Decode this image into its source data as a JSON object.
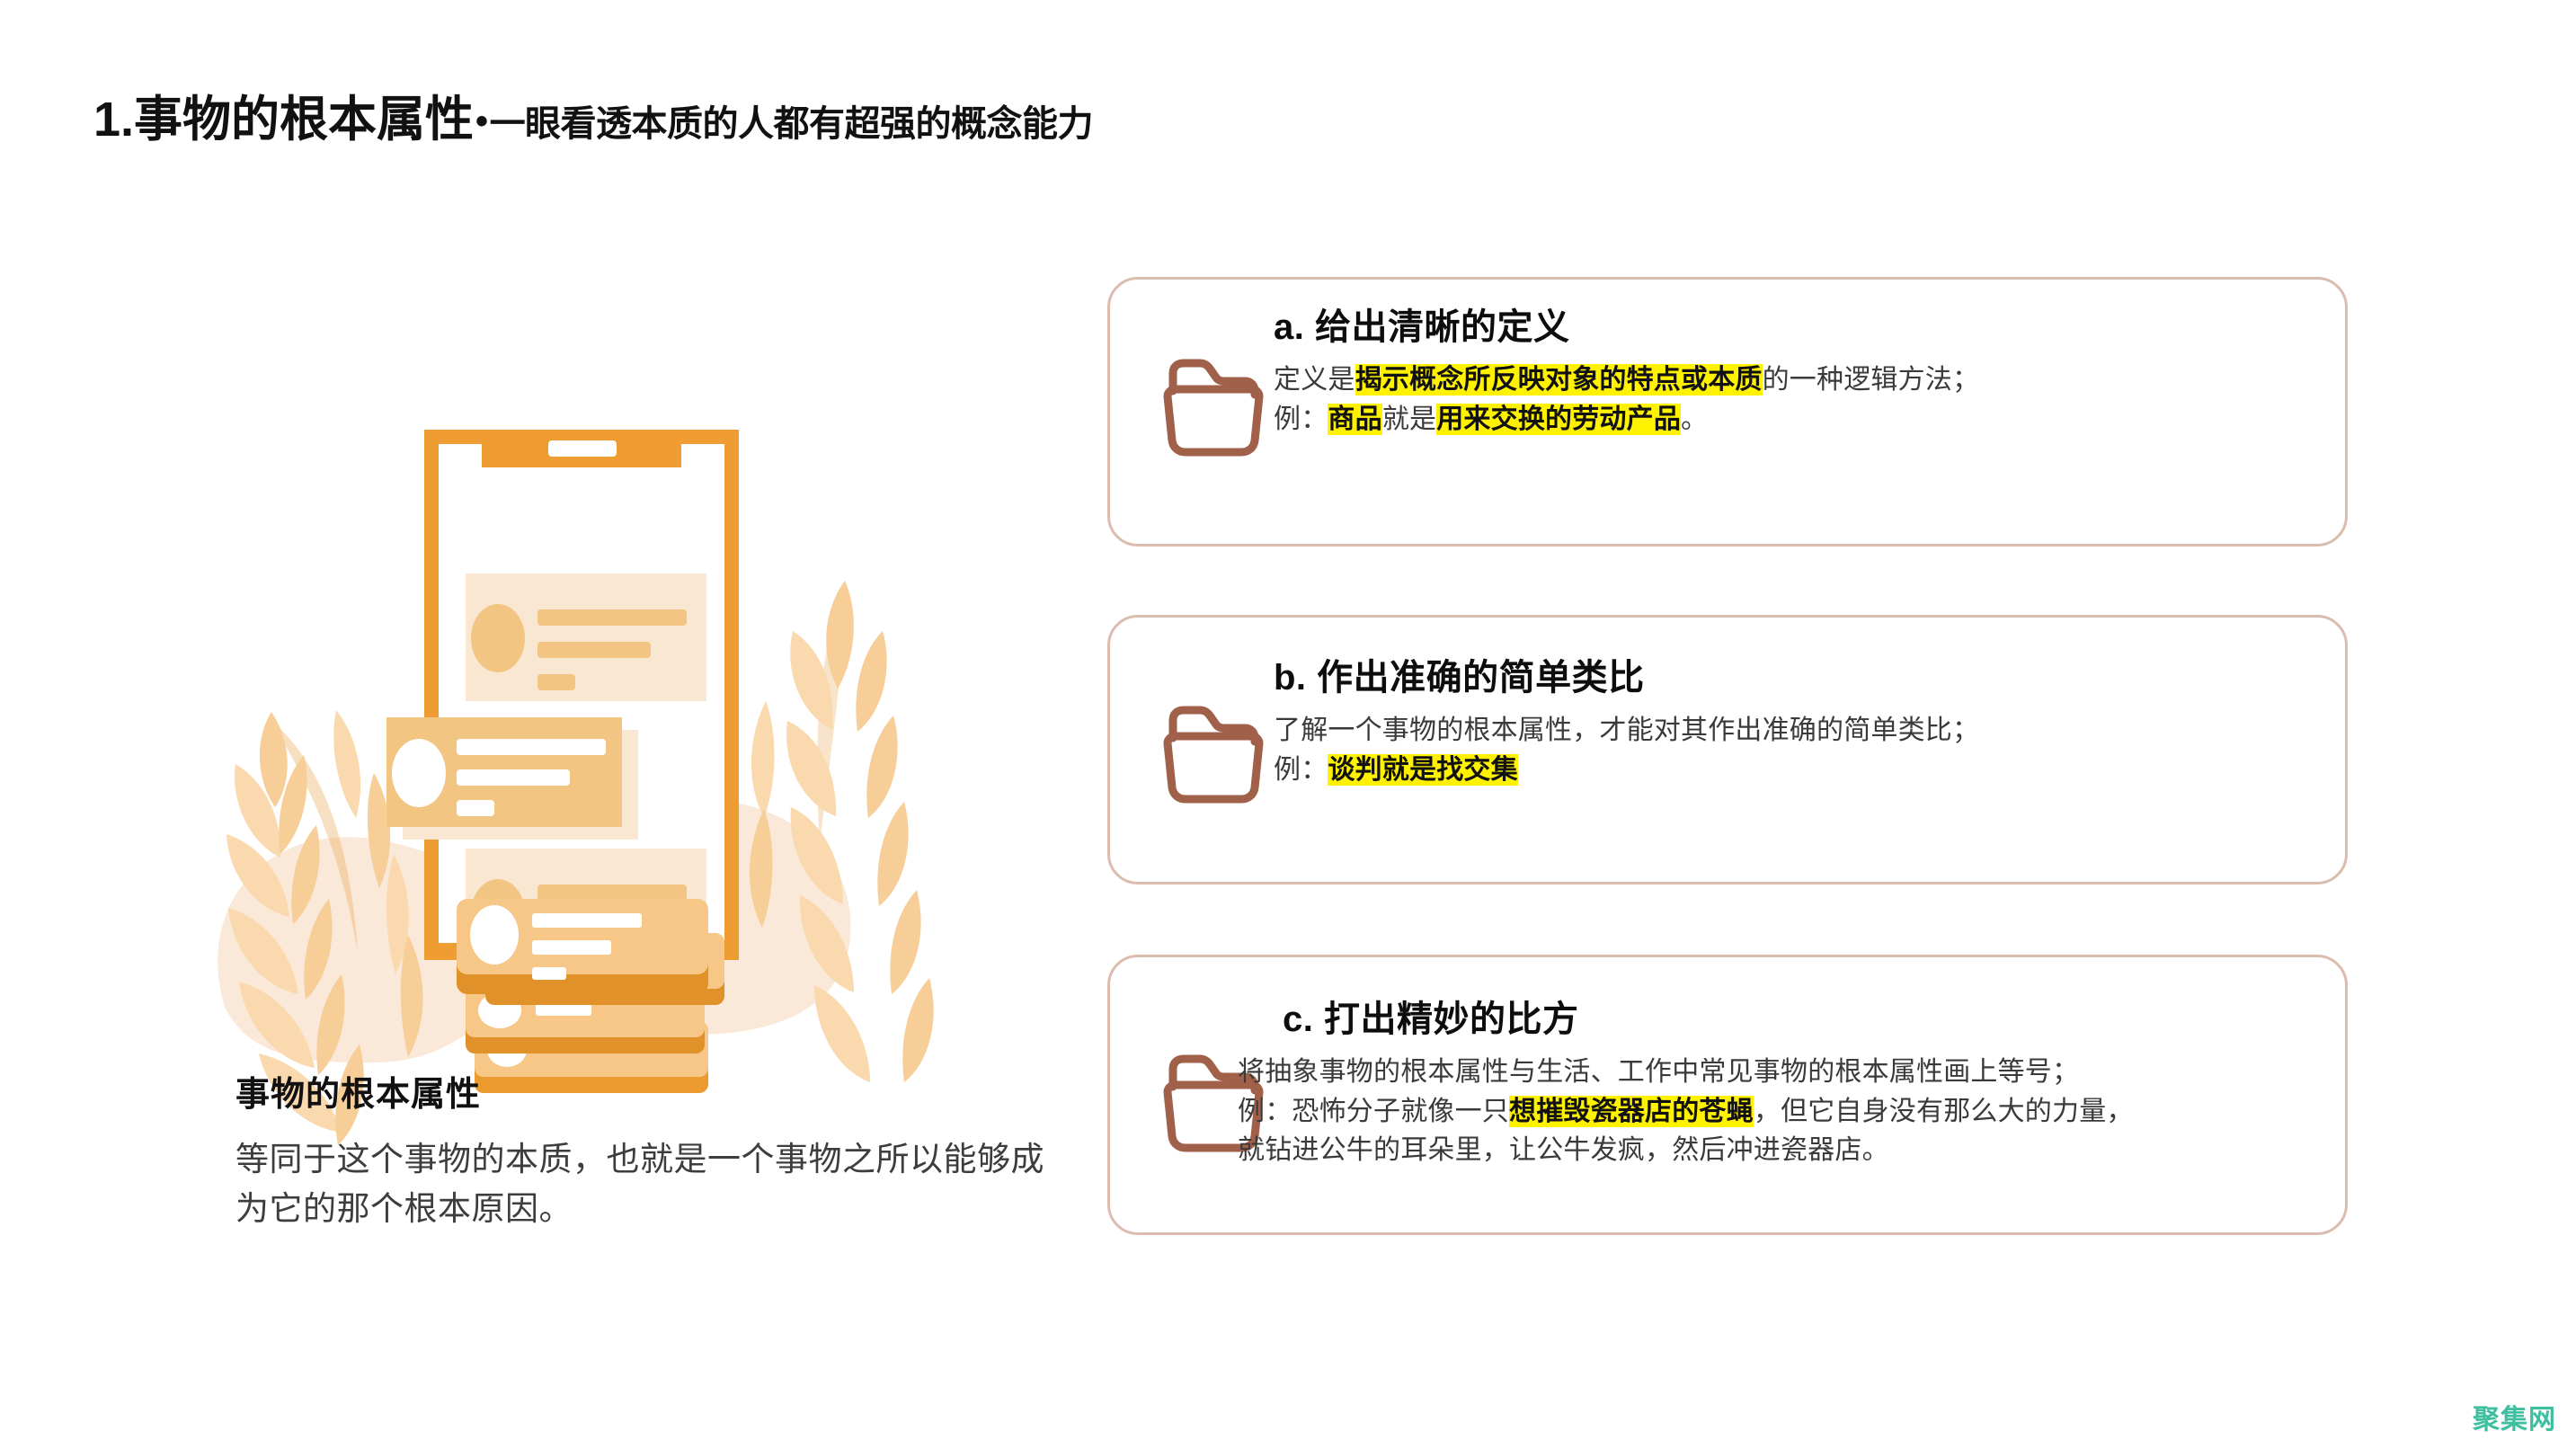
{
  "slide": {
    "title_number": "1.",
    "title_main": "事物的根本属性",
    "title_separator": "•",
    "title_sub": "一眼看透本质的人都有超强的概念能力"
  },
  "left": {
    "illustration_name": "phone-mockup-with-plants-and-card-stack",
    "caption_heading": "事物的根本属性",
    "caption_body": "等同于这个事物的本质，也就是一个事物之所以能够成为它的那个根本原因。"
  },
  "cards": [
    {
      "id": "a",
      "icon": "folder-icon",
      "title": "a. 给出清晰的定义",
      "line1": {
        "pre": "定义是",
        "highlight": "揭示概念所反映对象的特点或本质",
        "post": "的一种逻辑方法；"
      },
      "line2": {
        "pre": "例：",
        "highlight1": "商品",
        "mid": "就是",
        "highlight2": "用来交换的劳动产品",
        "post": "。"
      }
    },
    {
      "id": "b",
      "icon": "folder-icon",
      "title": "b. 作出准确的简单类比",
      "line1": {
        "pre": "了解一个事物的根本属性，才能对其作出准确的简单类比；",
        "highlight": "",
        "post": ""
      },
      "line2": {
        "pre": "例：",
        "highlight1": "谈判就是找交集",
        "mid": "",
        "highlight2": "",
        "post": ""
      }
    },
    {
      "id": "c",
      "icon": "folder-icon",
      "title": "c. 打出精妙的比方",
      "line1": {
        "pre": "将抽象事物的根本属性与生活、工作中常见事物的根本属性画上等号；",
        "highlight": "",
        "post": ""
      },
      "line2": {
        "pre": "例：恐怖分子就像一只",
        "highlight1": "想摧毁瓷器店的苍蝇",
        "mid": "，但它自身没有那么大的力量，",
        "highlight2": "",
        "post": ""
      },
      "line3": "就钻进公牛的耳朵里，让公牛发疯，然后冲进瓷器店。"
    }
  ],
  "watermark": {
    "text": "聚集网"
  },
  "colors": {
    "accent_orange": "#EF9D32",
    "orange_light": "#F5C27A",
    "orange_pale": "#FAE7D2",
    "card_border": "#DCBCAF",
    "folder_icon": "#A0604A",
    "highlight_yellow": "#FFF200",
    "watermark_teal": "#3FBFA0",
    "text_dark": "#111111",
    "text_body": "#3A3A3A"
  }
}
